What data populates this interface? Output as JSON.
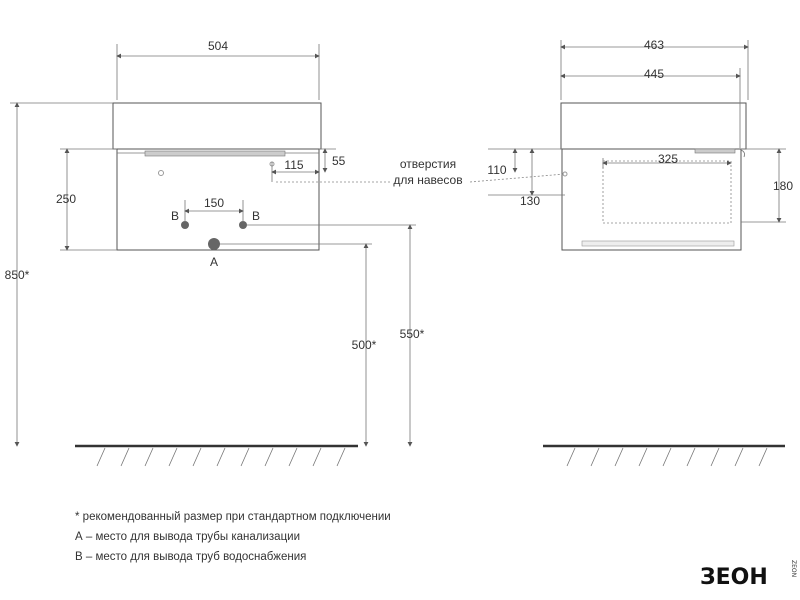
{
  "front_view": {
    "width_label": "504",
    "height_label": "250",
    "pipe_spacing_label": "150",
    "pipe_b_left_label": "B",
    "pipe_b_right_label": "B",
    "pipe_a_label": "A",
    "hole_offset_x_label": "115",
    "hole_offset_y_label": "55",
    "total_height_label": "850*",
    "pipe_height_label": "500*",
    "supply_height_label": "550*",
    "holes_note_line1": "отверстия",
    "holes_note_line2": "для навесов"
  },
  "side_view": {
    "depth_outer_label": "463",
    "depth_inner_label": "445",
    "inner_depth_label": "325",
    "hole_top_label": "110",
    "hole_bottom_label": "130",
    "drawer_height_label": "180"
  },
  "notes": {
    "line1": "* рекомендованный размер при стандартном подключении",
    "line2": "А – место для вывода трубы канализации",
    "line3": "В – место для вывода труб водоснабжения"
  },
  "logo": {
    "text": "ЗЕОН",
    "sub": "ZEON"
  }
}
